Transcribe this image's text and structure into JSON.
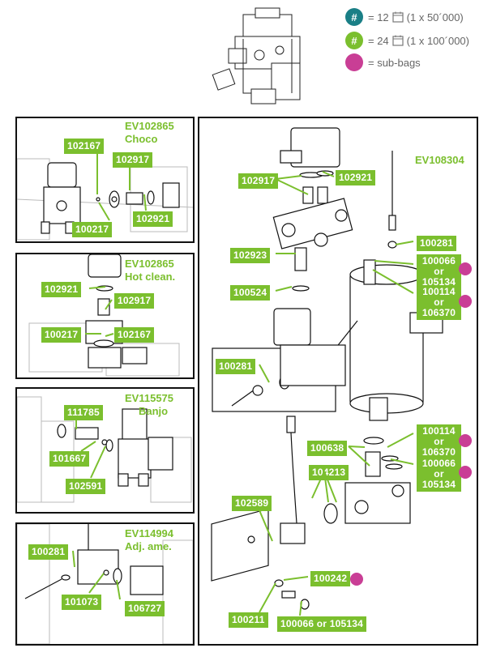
{
  "legend": [
    {
      "symbol": "#",
      "color": "#1a7f86",
      "text_a": "= 12",
      "text_b": "(1 x 50´000)"
    },
    {
      "symbol": "#",
      "color": "#7bbf2e",
      "text_a": "= 24",
      "text_b": "(1 x 100´000)"
    },
    {
      "symbol": "",
      "color": "#c93e95",
      "text_a": "= sub-bags",
      "text_b": ""
    }
  ],
  "panels": {
    "choco": {
      "title_code": "EV102865",
      "title_name": "Choco",
      "tags": [
        "102167",
        "102917",
        "100217",
        "102921"
      ]
    },
    "hotclean": {
      "title_code": "EV102865",
      "title_name": "Hot clean.",
      "tags": [
        "102921",
        "102917",
        "100217",
        "102167"
      ]
    },
    "banjo": {
      "title_code": "EV115575",
      "title_name": "Banjo",
      "tags": [
        "111785",
        "101667",
        "102591"
      ]
    },
    "adjame": {
      "title_code": "EV114994",
      "title_name": "Adj. ame.",
      "tags": [
        "100281",
        "101073",
        "106727"
      ]
    },
    "main": {
      "title_code": "EV108304",
      "tags": [
        "102917",
        "102921",
        "102923",
        "100524",
        "100281",
        "100066 or 105134",
        "100114 or 106370",
        "100281",
        "100114 or 106370",
        "100066 or 105134",
        "100638",
        "104213",
        "102589",
        "100242",
        "100211",
        "100066 or 105134"
      ]
    }
  },
  "colors": {
    "green": "#7bbf2e",
    "teal": "#1a7f86",
    "magenta": "#c93e95"
  }
}
